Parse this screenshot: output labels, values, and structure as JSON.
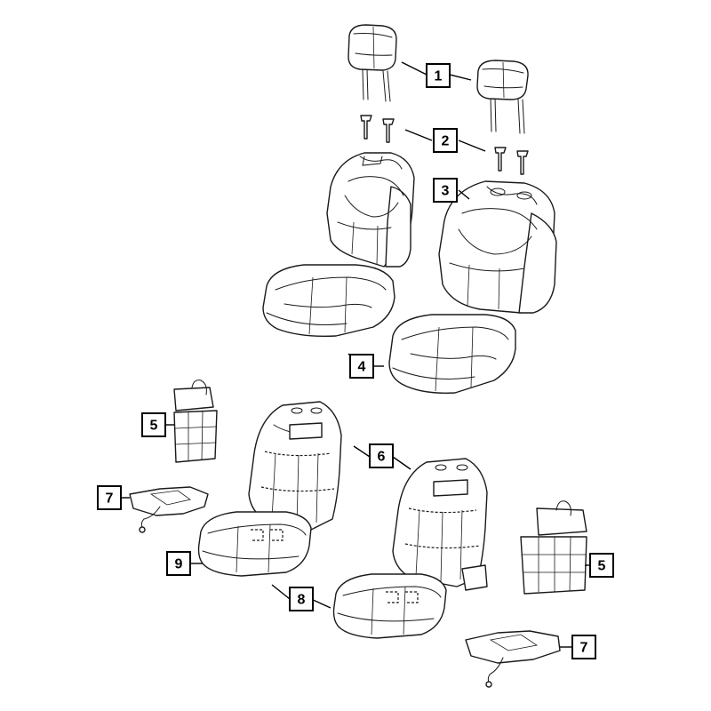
{
  "diagram": {
    "callouts": [
      {
        "id": "c1",
        "label": "1"
      },
      {
        "id": "c2",
        "label": "2"
      },
      {
        "id": "c3",
        "label": "3"
      },
      {
        "id": "c4",
        "label": "4"
      },
      {
        "id": "c5a",
        "label": "5"
      },
      {
        "id": "c5b",
        "label": "5"
      },
      {
        "id": "c6",
        "label": "6"
      },
      {
        "id": "c7a",
        "label": "7"
      },
      {
        "id": "c7b",
        "label": "7"
      },
      {
        "id": "c8",
        "label": "8"
      },
      {
        "id": "c9",
        "label": "9"
      }
    ]
  }
}
